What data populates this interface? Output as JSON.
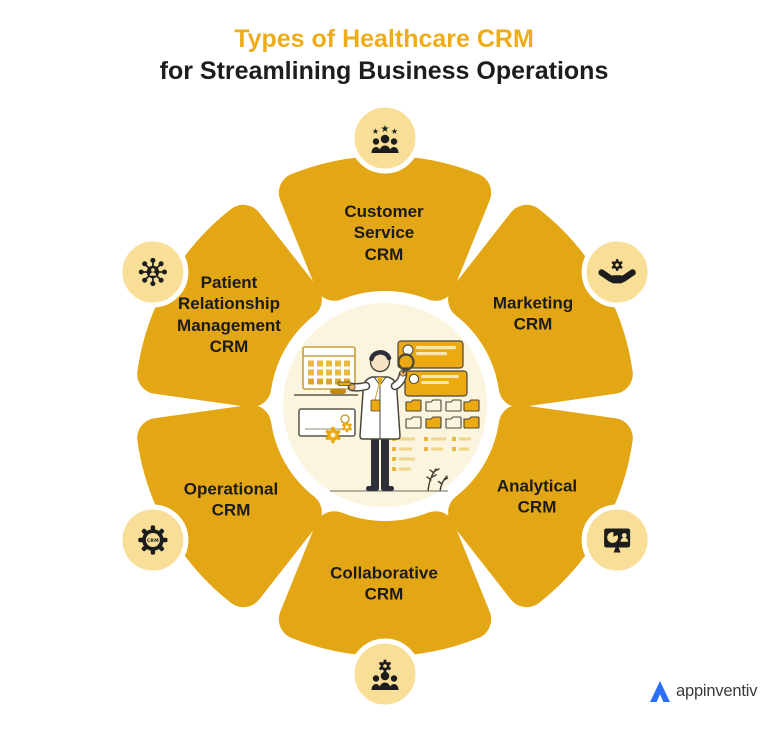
{
  "title": {
    "line1": "Types of Healthcare CRM",
    "line2": "for Streamlining Business Operations"
  },
  "diagram": {
    "center_illustration": "doctor with lab coat holding magnifying glass among CRM UI elements (calendar, chat messages, folders, gears, plant)",
    "segments": [
      {
        "id": "customer-service",
        "label": "Customer\nService\nCRM",
        "icon": "people-with-stars-icon"
      },
      {
        "id": "marketing",
        "label": "Marketing\nCRM",
        "icon": "handshake-gear-icon"
      },
      {
        "id": "analytical",
        "label": "Analytical\nCRM",
        "icon": "monitor-pie-chart-icon"
      },
      {
        "id": "collaborative",
        "label": "Collaborative\nCRM",
        "icon": "team-gear-icon"
      },
      {
        "id": "operational",
        "label": "Operational\nCRM",
        "icon": "crm-gear-icon"
      },
      {
        "id": "patient-relationship",
        "label": "Patient\nRelationship\nManagement\nCRM",
        "icon": "patient-network-icon"
      }
    ],
    "colors": {
      "petal": "#E3A614",
      "icon_circle": "#F8DE96",
      "center_circle": "#FBF4DE",
      "label_text": "#1b1b1b",
      "title_accent": "#EFAC19",
      "title_dark": "#1d1d1b"
    }
  },
  "footer": {
    "logo_text": "appinventiv",
    "logo_color": "#2D6EF6"
  }
}
